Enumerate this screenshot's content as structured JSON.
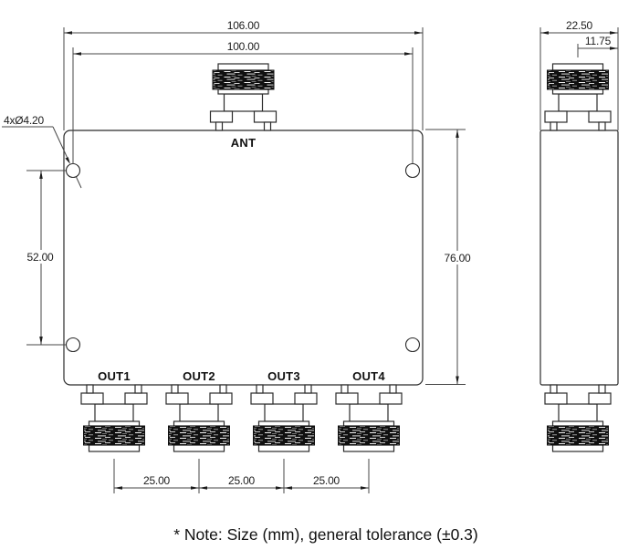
{
  "note": "* Note: Size (mm), general tolerance (±0.3)",
  "front_view": {
    "ant_label": "ANT",
    "out_labels": [
      "OUT1",
      "OUT2",
      "OUT3",
      "OUT4"
    ],
    "dims": {
      "overall_width": "106.00",
      "mount_hole_spacing_x": "100.00",
      "overall_height": "76.00",
      "mount_hole_spacing_y": "52.00",
      "mount_hole_callout": "4xØ4.20",
      "out_port_pitch": [
        "25.00",
        "25.00",
        "25.00"
      ]
    }
  },
  "side_view": {
    "dims": {
      "overall_depth": "22.50",
      "connector_center_offset": "11.75"
    }
  }
}
